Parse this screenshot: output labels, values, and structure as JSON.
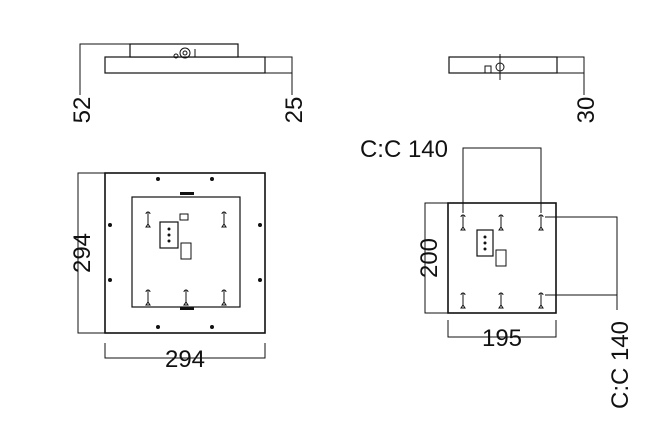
{
  "dimensions": {
    "fixture_height": "52",
    "panel_thickness": "25",
    "bracket_depth": "30",
    "fixture_height_side": "294",
    "fixture_width": "294",
    "bracket_height": "200",
    "bracket_width": "195",
    "hole_spacing_horizontal": "C:C 140",
    "hole_spacing_vertical": "C:C 140"
  },
  "colors": {
    "line": "#111111",
    "background": "#ffffff"
  }
}
